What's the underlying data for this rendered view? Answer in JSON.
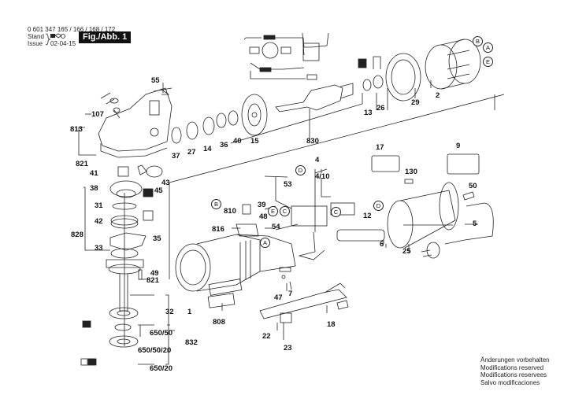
{
  "header": {
    "part_numbers": "0 601 347 165 / 166 / 168 / 172",
    "stand_label": "Stand",
    "issue_label": "Issue",
    "issue_date": "02-04-15",
    "figure_badge": "Fig./Abb. 1"
  },
  "callouts": {
    "c55": "55",
    "c107": "107",
    "c813": "813",
    "c821a": "821",
    "c37": "37",
    "c27": "27",
    "c14": "14",
    "c36": "36",
    "c40": "40",
    "c15": "15",
    "c830": "830",
    "c13": "13",
    "c26": "26",
    "c29": "29",
    "c2": "2",
    "c41": "41",
    "c43": "43",
    "c38": "38",
    "c45": "45",
    "c31": "31",
    "c42": "42",
    "c828": "828",
    "c35": "35",
    "c33": "33",
    "c49": "49",
    "c821b": "821",
    "c32": "32",
    "c1": "1",
    "c650_50": "650/50",
    "c650_50_20": "650/50/20",
    "c832": "832",
    "c650_20": "650/20",
    "c4": "4",
    "c4_10": "4/10",
    "c53": "53",
    "c39": "39",
    "c810": "810",
    "c48": "48",
    "c816": "816",
    "c54": "54",
    "c12": "12",
    "c6": "6",
    "c17": "17",
    "c130": "130",
    "c9": "9",
    "c50": "50",
    "c5": "5",
    "c25": "25",
    "c808": "808",
    "c47": "47",
    "c7": "7",
    "c22": "22",
    "c23": "23",
    "c18": "18"
  },
  "connectors": {
    "B_top": "B",
    "A_top": "A",
    "E_top": "E",
    "D_1": "D",
    "D_2": "D",
    "B_left": "B",
    "E_mid": "E",
    "C_1": "C",
    "C_2": "C",
    "A_bottom": "A"
  },
  "notes": [
    "Änderungen vorbehalten",
    "Modifications reserved",
    "Modifications reservees",
    "Salvo modificaciones"
  ]
}
